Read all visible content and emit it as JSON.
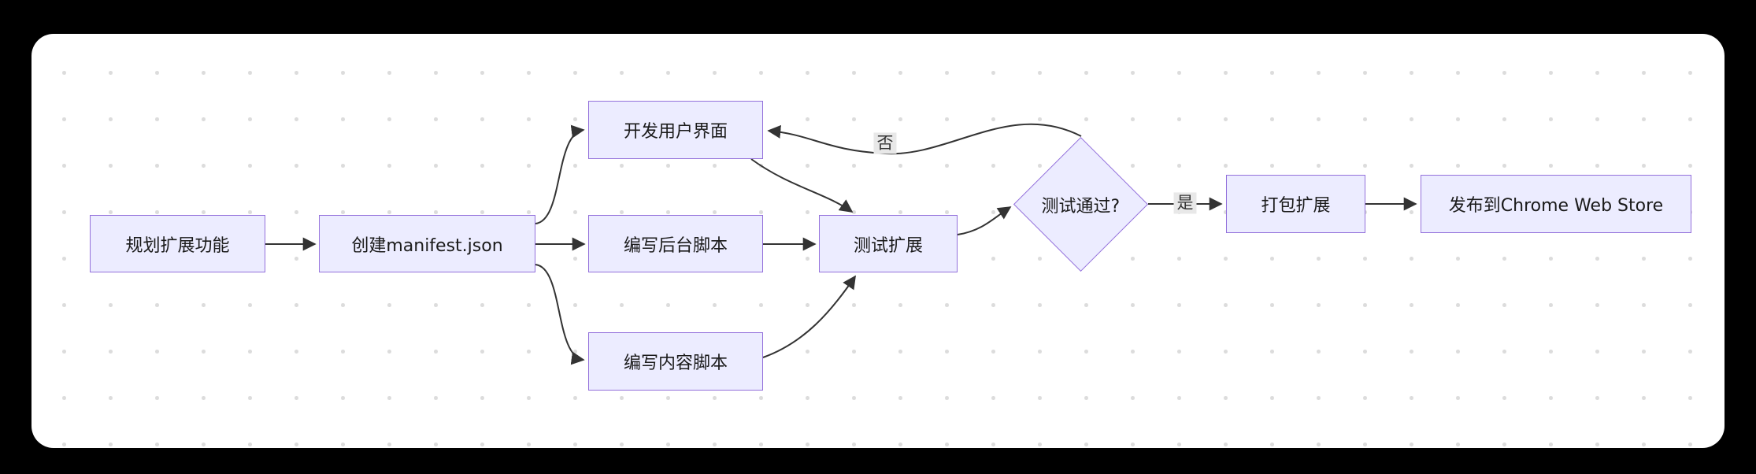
{
  "diagram": {
    "title": "chrome-extension-development-flowchart",
    "nodes": {
      "plan": "规划扩展功能",
      "manifest": "创建manifest.json",
      "ui": "开发用户界面",
      "background_script": "编写后台脚本",
      "content_script": "编写内容脚本",
      "test": "测试扩展",
      "decision": "测试通过?",
      "package": "打包扩展",
      "publish": "发布到Chrome Web Store"
    },
    "edge_labels": {
      "yes": "是",
      "no": "否"
    },
    "colors": {
      "node_fill": "#ECECFF",
      "node_border": "#9370DB",
      "edge_stroke": "#333333",
      "edge_label_bg": "#e8e8e8",
      "canvas_bg": "#ffffff",
      "dot_grid": "#dcdcdc",
      "page_bg": "#000000"
    }
  }
}
